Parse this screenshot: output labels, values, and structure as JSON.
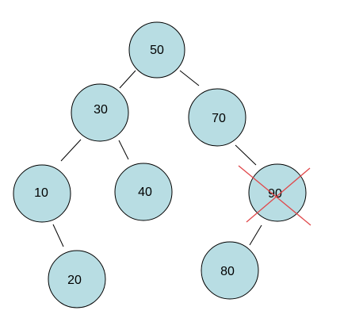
{
  "tree": {
    "nodes": [
      {
        "id": "n50",
        "label": "50"
      },
      {
        "id": "n30",
        "label": "30"
      },
      {
        "id": "n70",
        "label": "70"
      },
      {
        "id": "n10",
        "label": "10"
      },
      {
        "id": "n40",
        "label": "40"
      },
      {
        "id": "n90",
        "label": "90",
        "marked_deleted": true
      },
      {
        "id": "n20",
        "label": "20"
      },
      {
        "id": "n80",
        "label": "80"
      }
    ],
    "edges": [
      {
        "from": "n50",
        "to": "n30"
      },
      {
        "from": "n50",
        "to": "n70"
      },
      {
        "from": "n30",
        "to": "n10"
      },
      {
        "from": "n30",
        "to": "n40"
      },
      {
        "from": "n70",
        "to": "n90"
      },
      {
        "from": "n10",
        "to": "n20"
      },
      {
        "from": "n90",
        "to": "n80"
      }
    ]
  },
  "colors": {
    "node_fill": "#b8dde3",
    "node_stroke": "#000000",
    "edge": "#000000",
    "delete_mark": "#e0474a"
  }
}
